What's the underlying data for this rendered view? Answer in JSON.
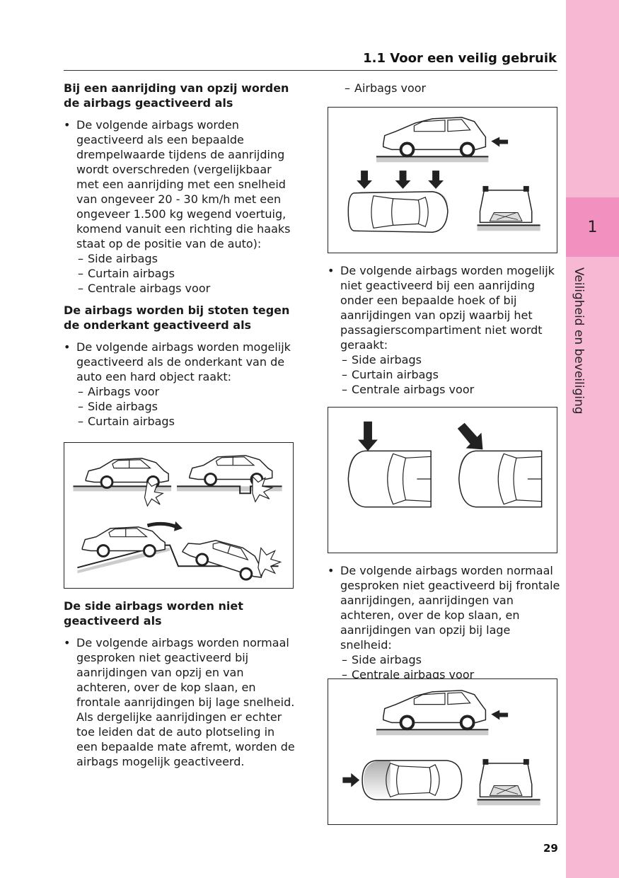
{
  "header": {
    "title": "1.1  Voor een veilig gebruik"
  },
  "side_tab": {
    "chapter": "1",
    "label": "Veiligheid en beveiliging"
  },
  "left": {
    "s1_heading": "Bij een aanrijding van opzij worden de airbags geactiveerd als",
    "s1_bullet": "De volgende airbags worden geactiveerd als een bepaalde drempelwaarde tijdens de aanrijding wordt overschreden (vergelijkbaar met een aanrijding met een snelheid van ongeveer 20 - 30 km/h met een ongeveer 1.500 kg wegend voertuig, komend vanuit een richting die haaks staat op de positie van de auto):",
    "s1_items": [
      "Side airbags",
      "Curtain airbags",
      "Centrale airbags voor"
    ],
    "s2_heading": "De airbags worden bij stoten tegen de onderkant geactiveerd als",
    "s2_bullet": "De volgende airbags worden mogelijk geactiveerd als de onderkant van de auto een hard object raakt:",
    "s2_items": [
      "Airbags voor",
      "Side airbags",
      "Curtain airbags"
    ],
    "s3_heading": "De side airbags worden niet geactiveerd als",
    "s3_bullet": "De volgende airbags worden normaal gesproken niet geactiveerd bij aanrijdingen van opzij en van achteren, over de kop slaan, en frontale aanrijdingen bij lage snelheid. Als dergelijke aanrijdingen er echter toe leiden dat de auto plotseling in een bepaalde mate afremt, worden de airbags mogelijk geactiveerd."
  },
  "right": {
    "top_item": "Airbags voor",
    "b1_bullet": "De volgende airbags worden mogelijk niet geactiveerd bij een aanrijding onder een bepaalde hoek of bij aanrijdingen van opzij waarbij het passagierscompartiment niet wordt geraakt:",
    "b1_items": [
      "Side airbags",
      "Curtain airbags",
      "Centrale airbags voor"
    ],
    "b2_bullet": "De volgende airbags worden normaal gesproken niet geactiveerd bij frontale aanrijdingen, aanrijdingen van achteren, over de kop slaan, en aanrijdingen van opzij bij lage snelheid:",
    "b2_items": [
      "Side airbags",
      "Centrale airbags voor"
    ]
  },
  "page_number": "29"
}
